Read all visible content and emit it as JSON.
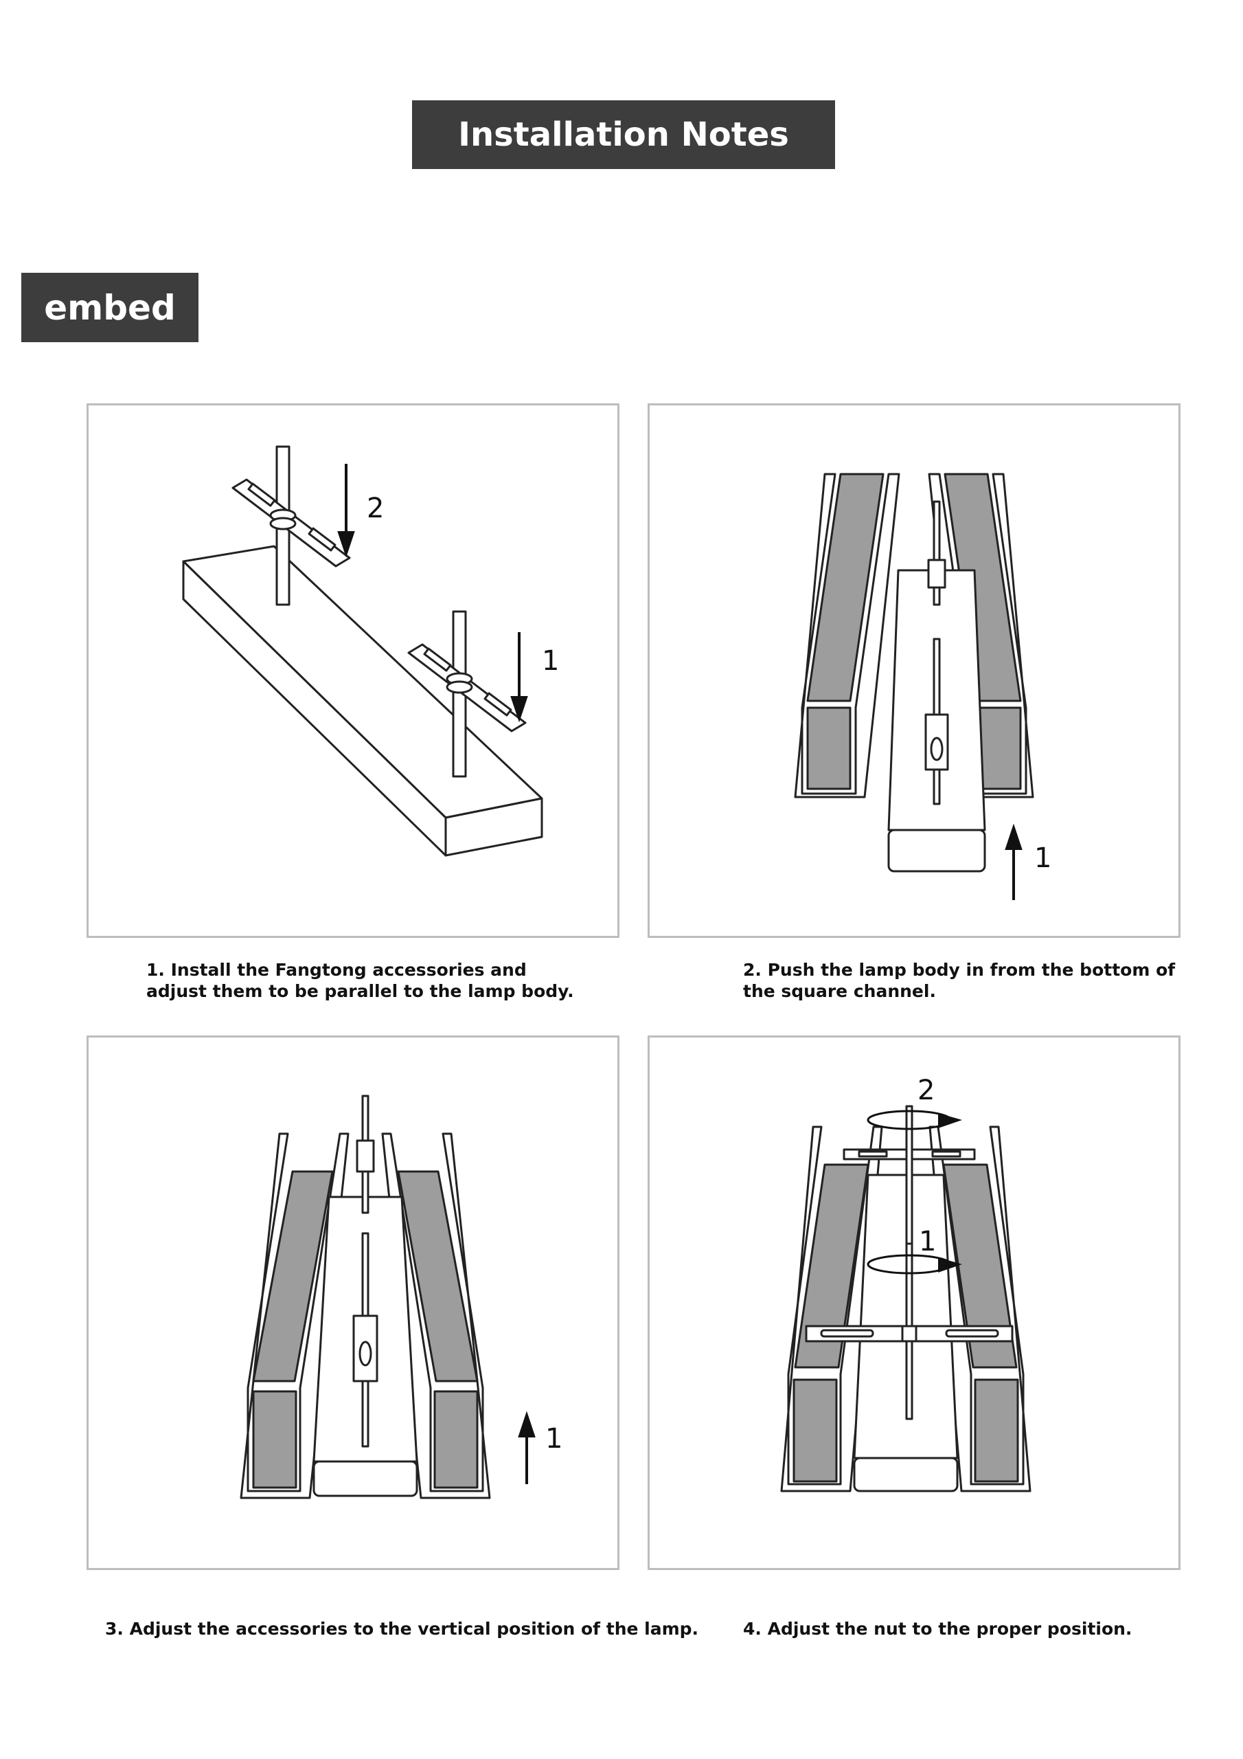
{
  "header": {
    "title": "Installation Notes"
  },
  "section": {
    "label": "embed"
  },
  "steps": [
    {
      "caption_lines": [
        "1. Install the Fangtong accessories and",
        "adjust them to be parallel to the lamp body."
      ],
      "figure_labels": [
        "2",
        "1"
      ]
    },
    {
      "caption_lines": [
        "2. Push the lamp body in from the bottom of",
        "the square channel."
      ],
      "figure_labels": [
        "1"
      ]
    },
    {
      "caption_lines": [
        "3. Adjust the accessories to the vertical position of the lamp."
      ],
      "figure_labels": [
        "1"
      ]
    },
    {
      "caption_lines": [
        "4. Adjust the nut to the proper position."
      ],
      "figure_labels": [
        "2",
        "1"
      ]
    }
  ]
}
